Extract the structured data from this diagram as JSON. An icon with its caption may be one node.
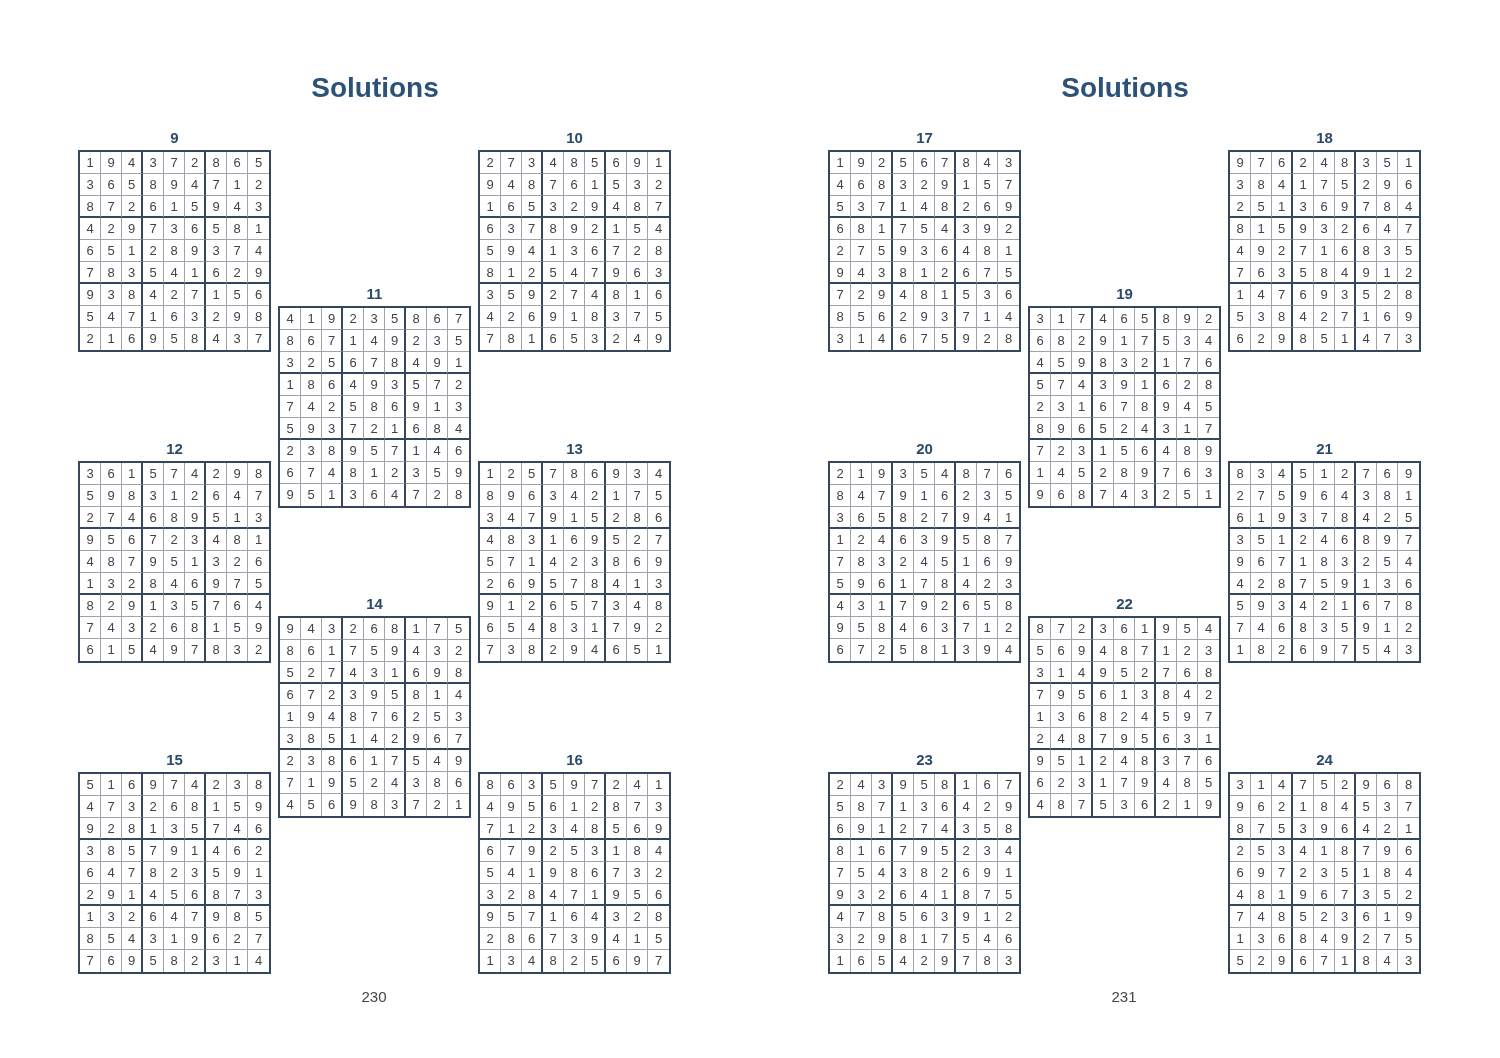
{
  "diagram": {
    "nodes": [
      {
        "text": [
          "9",
          "1",
          "9",
          "4",
          "3",
          "7",
          "2",
          "8",
          "6",
          "5",
          "3",
          "6",
          "5",
          "8",
          "9",
          "4",
          "7",
          "1",
          "2",
          "8",
          "7",
          "2",
          "6",
          "1",
          "5",
          "9",
          "4",
          "3",
          "4",
          "2",
          "9",
          "7",
          "3",
          "6",
          "5",
          "8",
          "1",
          "6",
          "5",
          "1",
          "2",
          "8",
          "9",
          "3",
          "7",
          "4",
          "7",
          "8",
          "3",
          "5",
          "4",
          "1",
          "6",
          "2",
          "9",
          "9",
          "3",
          "8",
          "4",
          "2",
          "7",
          "1",
          "5",
          "6",
          "5",
          "4",
          "7",
          "1",
          "6",
          "3",
          "2",
          "9",
          "8",
          "2",
          "1",
          "6",
          "9",
          "5",
          "8",
          "4",
          "3",
          "7"
        ]
      },
      {
        "text": [
          "10",
          "2",
          "7",
          "3",
          "4",
          "8",
          "5",
          "6",
          "9",
          "1",
          "9",
          "4",
          "8",
          "7",
          "6",
          "1",
          "5",
          "3",
          "2",
          "1",
          "6",
          "5",
          "3",
          "2",
          "9",
          "4",
          "8",
          "7",
          "6",
          "3",
          "7",
          "8",
          "9",
          "2",
          "1",
          "5",
          "4",
          "5",
          "9",
          "4",
          "1",
          "3",
          "6",
          "7",
          "2",
          "8",
          "8",
          "1",
          "2",
          "5",
          "4",
          "7",
          "9",
          "6",
          "3",
          "3",
          "5",
          "9",
          "2",
          "7",
          "4",
          "8",
          "1",
          "6",
          "4",
          "2",
          "6",
          "9",
          "1",
          "8",
          "3",
          "7",
          "5",
          "7",
          "8",
          "1",
          "6",
          "5",
          "3",
          "2",
          "4",
          "9"
        ]
      },
      {
        "text": [
          "11",
          "4",
          "1",
          "9",
          "2",
          "3",
          "5",
          "8",
          "6",
          "7",
          "8",
          "6",
          "7",
          "1",
          "4",
          "9",
          "2",
          "3",
          "5",
          "3",
          "2",
          "5",
          "6",
          "7",
          "8",
          "4",
          "9",
          "1",
          "1",
          "8",
          "6",
          "4",
          "9",
          "3",
          "5",
          "7",
          "2",
          "7",
          "4",
          "2",
          "5",
          "8",
          "6",
          "9",
          "1",
          "3",
          "5",
          "9",
          "3",
          "7",
          "2",
          "1",
          "6",
          "8",
          "4",
          "2",
          "3",
          "8",
          "9",
          "5",
          "7",
          "1",
          "4",
          "6",
          "6",
          "7",
          "4",
          "8",
          "1",
          "2",
          "3",
          "5",
          "9",
          "9",
          "5",
          "1",
          "3",
          "6",
          "4",
          "7",
          "2",
          "8"
        ]
      },
      {
        "text": [
          "12",
          "3",
          "6",
          "1",
          "5",
          "7",
          "4",
          "2",
          "9",
          "8",
          "5",
          "9",
          "8",
          "3",
          "1",
          "2",
          "6",
          "4",
          "7",
          "2",
          "7",
          "4",
          "6",
          "8",
          "9",
          "5",
          "1",
          "3",
          "9",
          "5",
          "6",
          "7",
          "2",
          "3",
          "4",
          "8",
          "1",
          "4",
          "8",
          "7",
          "9",
          "5",
          "1",
          "3",
          "2",
          "6",
          "1",
          "3",
          "2",
          "8",
          "4",
          "6",
          "9",
          "7",
          "5",
          "8",
          "2",
          "9",
          "1",
          "3",
          "5",
          "7",
          "6",
          "4",
          "7",
          "4",
          "3",
          "2",
          "6",
          "8",
          "1",
          "5",
          "9",
          "6",
          "1",
          "5",
          "4",
          "9",
          "7",
          "8",
          "3",
          "2"
        ]
      },
      {
        "text": [
          "13",
          "1",
          "2",
          "5",
          "7",
          "8",
          "6",
          "9",
          "3",
          "4",
          "8",
          "9",
          "6",
          "3",
          "4",
          "2",
          "1",
          "7",
          "5",
          "3",
          "4",
          "7",
          "9",
          "1",
          "5",
          "2",
          "8",
          "6",
          "4",
          "8",
          "3",
          "1",
          "6",
          "9",
          "5",
          "2",
          "7",
          "5",
          "7",
          "1",
          "4",
          "2",
          "3",
          "8",
          "6",
          "9",
          "2",
          "6",
          "9",
          "5",
          "7",
          "8",
          "4",
          "1",
          "3",
          "9",
          "1",
          "2",
          "6",
          "5",
          "7",
          "3",
          "4",
          "8",
          "6",
          "5",
          "4",
          "8",
          "3",
          "1",
          "7",
          "9",
          "2",
          "7",
          "3",
          "8",
          "2",
          "9",
          "4",
          "6",
          "5",
          "1"
        ]
      },
      {
        "text": [
          "14",
          "9",
          "4",
          "3",
          "2",
          "6",
          "8",
          "1",
          "7",
          "5",
          "8",
          "6",
          "1",
          "7",
          "5",
          "9",
          "4",
          "3",
          "2",
          "5",
          "2",
          "7",
          "4",
          "3",
          "1",
          "6",
          "9",
          "8",
          "6",
          "7",
          "2",
          "3",
          "9",
          "5",
          "8",
          "1",
          "4",
          "1",
          "9",
          "4",
          "8",
          "7",
          "6",
          "2",
          "5",
          "3",
          "3",
          "8",
          "5",
          "1",
          "4",
          "2",
          "9",
          "6",
          "7",
          "2",
          "3",
          "8",
          "6",
          "1",
          "7",
          "5",
          "4",
          "9",
          "7",
          "1",
          "9",
          "5",
          "2",
          "4",
          "3",
          "8",
          "6",
          "4",
          "5",
          "6",
          "9",
          "8",
          "3",
          "7",
          "2",
          "1"
        ]
      },
      {
        "text": [
          "15",
          "5",
          "1",
          "6",
          "9",
          "7",
          "4",
          "2",
          "3",
          "8",
          "4",
          "7",
          "3",
          "2",
          "6",
          "8",
          "1",
          "5",
          "9",
          "9",
          "2",
          "8",
          "1",
          "3",
          "5",
          "7",
          "4",
          "6",
          "3",
          "8",
          "5",
          "7",
          "9",
          "1",
          "4",
          "6",
          "2",
          "6",
          "4",
          "7",
          "8",
          "2",
          "3",
          "5",
          "9",
          "1",
          "2",
          "9",
          "1",
          "4",
          "5",
          "6",
          "8",
          "7",
          "3",
          "1",
          "3",
          "2",
          "6",
          "4",
          "7",
          "9",
          "8",
          "5",
          "8",
          "5",
          "4",
          "3",
          "1",
          "9",
          "6",
          "2",
          "7",
          "7",
          "6",
          "9",
          "5",
          "8",
          "2",
          "3",
          "1",
          "4"
        ]
      },
      {
        "text": [
          "16",
          "8",
          "6",
          "3",
          "5",
          "9",
          "7",
          "2",
          "4",
          "1",
          "4",
          "9",
          "5",
          "6",
          "1",
          "2",
          "8",
          "7",
          "3",
          "7",
          "1",
          "2",
          "3",
          "4",
          "8",
          "5",
          "6",
          "9",
          "6",
          "7",
          "9",
          "2",
          "5",
          "3",
          "1",
          "8",
          "4",
          "5",
          "4",
          "1",
          "9",
          "8",
          "6",
          "7",
          "3",
          "2",
          "3",
          "2",
          "8",
          "4",
          "7",
          "1",
          "9",
          "5",
          "6",
          "9",
          "5",
          "7",
          "1",
          "6",
          "4",
          "3",
          "2",
          "8",
          "2",
          "8",
          "6",
          "7",
          "3",
          "9",
          "4",
          "1",
          "5",
          "1",
          "3",
          "4",
          "8",
          "2",
          "5",
          "6",
          "9",
          "7"
        ]
      },
      {
        "text": [
          "17",
          "1",
          "9",
          "2",
          "5",
          "6",
          "7",
          "8",
          "4",
          "3",
          "4",
          "6",
          "8",
          "3",
          "2",
          "9",
          "1",
          "5",
          "7",
          "5",
          "3",
          "7",
          "1",
          "4",
          "8",
          "2",
          "6",
          "9",
          "6",
          "8",
          "1",
          "7",
          "5",
          "4",
          "3",
          "9",
          "2",
          "2",
          "7",
          "5",
          "9",
          "3",
          "6",
          "4",
          "8",
          "1",
          "9",
          "4",
          "3",
          "8",
          "1",
          "2",
          "6",
          "7",
          "5",
          "7",
          "2",
          "9",
          "4",
          "8",
          "1",
          "5",
          "3",
          "6",
          "8",
          "5",
          "6",
          "2",
          "9",
          "3",
          "7",
          "1",
          "4",
          "3",
          "1",
          "4",
          "6",
          "7",
          "5",
          "9",
          "2",
          "8"
        ]
      },
      {
        "text": [
          "18",
          "9",
          "7",
          "6",
          "2",
          "4",
          "8",
          "3",
          "5",
          "1",
          "3",
          "8",
          "4",
          "1",
          "7",
          "5",
          "2",
          "9",
          "6",
          "2",
          "5",
          "1",
          "3",
          "6",
          "9",
          "7",
          "8",
          "4",
          "8",
          "1",
          "5",
          "9",
          "3",
          "2",
          "6",
          "4",
          "7",
          "4",
          "9",
          "2",
          "7",
          "1",
          "6",
          "8",
          "3",
          "5",
          "7",
          "6",
          "3",
          "5",
          "8",
          "4",
          "9",
          "1",
          "2",
          "1",
          "4",
          "7",
          "6",
          "9",
          "3",
          "5",
          "2",
          "8",
          "5",
          "3",
          "8",
          "4",
          "2",
          "7",
          "1",
          "6",
          "9",
          "6",
          "2",
          "9",
          "8",
          "5",
          "1",
          "4",
          "7",
          "3"
        ]
      },
      {
        "text": [
          "19",
          "3",
          "1",
          "7",
          "4",
          "6",
          "5",
          "8",
          "9",
          "2",
          "6",
          "8",
          "2",
          "9",
          "1",
          "7",
          "5",
          "3",
          "4",
          "4",
          "5",
          "9",
          "8",
          "3",
          "2",
          "1",
          "7",
          "6",
          "5",
          "7",
          "4",
          "3",
          "9",
          "1",
          "6",
          "2",
          "8",
          "2",
          "3",
          "1",
          "6",
          "7",
          "8",
          "9",
          "4",
          "5",
          "8",
          "9",
          "6",
          "5",
          "2",
          "4",
          "3",
          "1",
          "7",
          "7",
          "2",
          "3",
          "1",
          "5",
          "6",
          "4",
          "8",
          "9",
          "1",
          "4",
          "5",
          "2",
          "8",
          "9",
          "7",
          "6",
          "3",
          "9",
          "6",
          "8",
          "7",
          "4",
          "3",
          "2",
          "5",
          "1"
        ]
      },
      {
        "text": [
          "20",
          "2",
          "1",
          "9",
          "3",
          "5",
          "4",
          "8",
          "7",
          "6",
          "8",
          "4",
          "7",
          "9",
          "1",
          "6",
          "2",
          "3",
          "5",
          "3",
          "6",
          "5",
          "8",
          "2",
          "7",
          "9",
          "4",
          "1",
          "1",
          "2",
          "4",
          "6",
          "3",
          "9",
          "5",
          "8",
          "7",
          "7",
          "8",
          "3",
          "2",
          "4",
          "5",
          "1",
          "6",
          "9",
          "5",
          "9",
          "6",
          "1",
          "7",
          "8",
          "4",
          "2",
          "3",
          "4",
          "3",
          "1",
          "7",
          "9",
          "2",
          "6",
          "5",
          "8",
          "9",
          "5",
          "8",
          "4",
          "6",
          "3",
          "7",
          "1",
          "2",
          "6",
          "7",
          "2",
          "5",
          "8",
          "1",
          "3",
          "9",
          "4"
        ]
      },
      {
        "text": [
          "21",
          "8",
          "3",
          "4",
          "5",
          "1",
          "2",
          "7",
          "6",
          "9",
          "2",
          "7",
          "5",
          "9",
          "6",
          "4",
          "3",
          "8",
          "1",
          "6",
          "1",
          "9",
          "3",
          "7",
          "8",
          "4",
          "2",
          "5",
          "3",
          "5",
          "1",
          "2",
          "4",
          "6",
          "8",
          "9",
          "7",
          "9",
          "6",
          "7",
          "1",
          "8",
          "3",
          "2",
          "5",
          "4",
          "4",
          "2",
          "8",
          "7",
          "5",
          "9",
          "1",
          "3",
          "6",
          "5",
          "9",
          "3",
          "4",
          "2",
          "1",
          "6",
          "7",
          "8",
          "7",
          "4",
          "6",
          "8",
          "3",
          "5",
          "9",
          "1",
          "2",
          "1",
          "8",
          "2",
          "6",
          "9",
          "7",
          "5",
          "4",
          "3"
        ]
      },
      {
        "text": [
          "22",
          "8",
          "7",
          "2",
          "3",
          "6",
          "1",
          "9",
          "5",
          "4",
          "5",
          "6",
          "9",
          "4",
          "8",
          "7",
          "1",
          "2",
          "3",
          "3",
          "1",
          "4",
          "9",
          "5",
          "2",
          "7",
          "6",
          "8",
          "7",
          "9",
          "5",
          "6",
          "1",
          "3",
          "8",
          "4",
          "2",
          "1",
          "3",
          "6",
          "8",
          "2",
          "4",
          "5",
          "9",
          "7",
          "2",
          "4",
          "8",
          "7",
          "9",
          "5",
          "6",
          "3",
          "1",
          "9",
          "5",
          "1",
          "2",
          "4",
          "8",
          "3",
          "7",
          "6",
          "6",
          "2",
          "3",
          "1",
          "7",
          "9",
          "4",
          "8",
          "5",
          "4",
          "8",
          "7",
          "5",
          "3",
          "6",
          "2",
          "1",
          "9"
        ]
      },
      {
        "text": [
          "23",
          "2",
          "4",
          "3",
          "9",
          "5",
          "8",
          "1",
          "6",
          "7",
          "5",
          "8",
          "7",
          "1",
          "3",
          "6",
          "4",
          "2",
          "9",
          "6",
          "9",
          "1",
          "2",
          "7",
          "4",
          "3",
          "5",
          "8",
          "8",
          "1",
          "6",
          "7",
          "9",
          "5",
          "2",
          "3",
          "4",
          "7",
          "5",
          "4",
          "3",
          "8",
          "2",
          "6",
          "9",
          "1",
          "9",
          "3",
          "2",
          "6",
          "4",
          "1",
          "8",
          "7",
          "5",
          "4",
          "7",
          "8",
          "5",
          "6",
          "3",
          "9",
          "1",
          "2",
          "3",
          "2",
          "9",
          "8",
          "1",
          "7",
          "5",
          "4",
          "6",
          "1",
          "6",
          "5",
          "4",
          "2",
          "9",
          "7",
          "8",
          "3"
        ]
      },
      {
        "text": [
          "24",
          "3",
          "1",
          "4",
          "7",
          "5",
          "2",
          "9",
          "6",
          "8",
          "9",
          "6",
          "2",
          "1",
          "8",
          "4",
          "5",
          "3",
          "7",
          "8",
          "7",
          "5",
          "3",
          "9",
          "6",
          "4",
          "2",
          "1",
          "2",
          "5",
          "3",
          "4",
          "1",
          "8",
          "7",
          "9",
          "6",
          "6",
          "9",
          "7",
          "2",
          "3",
          "5",
          "1",
          "8",
          "4",
          "4",
          "8",
          "1",
          "9",
          "6",
          "7",
          "3",
          "5",
          "2",
          "7",
          "4",
          "8",
          "5",
          "2",
          "3",
          "6",
          "1",
          "9",
          "1",
          "3",
          "6",
          "8",
          "4",
          "9",
          "2",
          "7",
          "5",
          "5",
          "2",
          "9",
          "6",
          "7",
          "1",
          "8",
          "4",
          "3"
        ]
      }
    ],
    "labels": [
      "Solutions",
      "230",
      "Solutions",
      "231"
    ]
  }
}
